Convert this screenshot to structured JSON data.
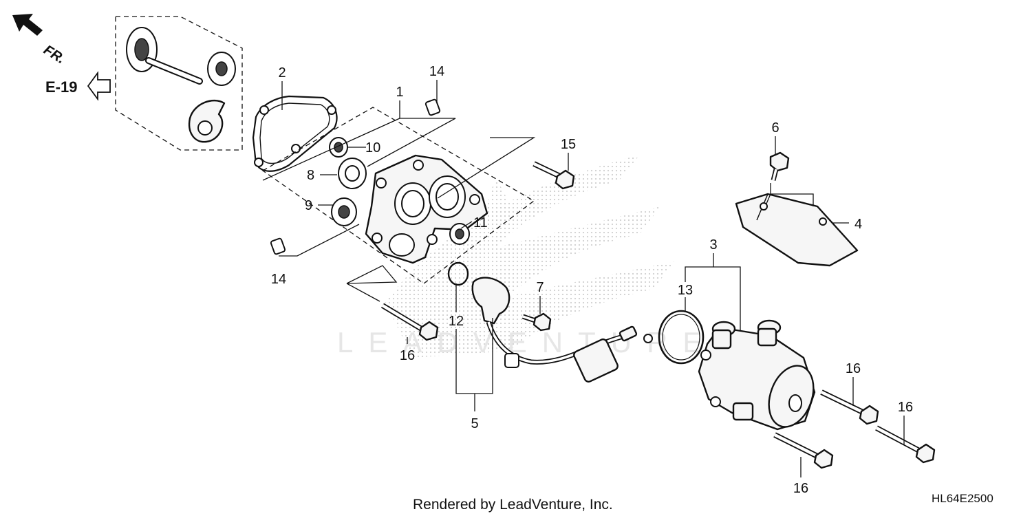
{
  "reference": {
    "label": "E-19",
    "direction": "FR."
  },
  "callouts": {
    "c1": "1",
    "c2": "2",
    "c3": "3",
    "c4": "4",
    "c5": "5",
    "c6": "6",
    "c7": "7",
    "c8": "8",
    "c9": "9",
    "c10": "10",
    "c11": "11",
    "c12": "12",
    "c13": "13",
    "c14a": "14",
    "c14b": "14",
    "c15": "15",
    "c16a": "16",
    "c16b": "16",
    "c16c": "16",
    "c16d": "16"
  },
  "footer": {
    "credit": "Rendered by LeadVenture, Inc.",
    "code": "HL64E2500"
  },
  "watermark": {
    "text": "LEADVENTURE"
  },
  "icons": [
    "front-direction-arrow-icon",
    "reference-arrow-icon"
  ]
}
